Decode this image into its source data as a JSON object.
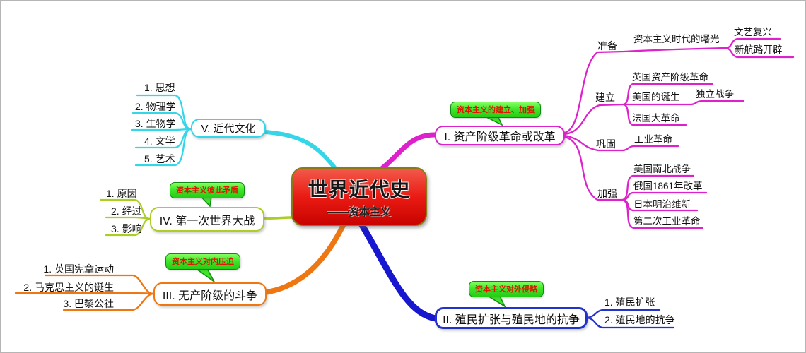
{
  "center": {
    "title": "世界近代史",
    "subtitle": "——资本主义"
  },
  "colors": {
    "branch_revolution": "#dd22cc",
    "branch_colonial": "#2233cc",
    "branch_proletariat": "#ee7711",
    "branch_ww1": "#aace22",
    "branch_culture": "#35d6e8",
    "badge_green": "#3fe62a",
    "badge_text": "#e01400",
    "center_red": "#ea1b14"
  },
  "branches": [
    {
      "id": "I",
      "label": "I. 资产阶级革命或改革",
      "badge": "资本主义的建立、加强",
      "subs": [
        {
          "label": "准备",
          "items": [
            {
              "label": "资本主义时代的曙光",
              "children": [
                {
                  "label": "文艺复兴"
                },
                {
                  "label": "新航路开辟"
                }
              ]
            }
          ]
        },
        {
          "label": "建立",
          "items": [
            {
              "label": "英国资产阶级革命"
            },
            {
              "label": "美国的诞生",
              "children": [
                {
                  "label": "独立战争"
                }
              ]
            },
            {
              "label": "法国大革命"
            }
          ]
        },
        {
          "label": "巩固",
          "items": [
            {
              "label": "工业革命"
            }
          ]
        },
        {
          "label": "加强",
          "items": [
            {
              "label": "美国南北战争"
            },
            {
              "label": "俄国1861年改革"
            },
            {
              "label": "日本明治维新"
            },
            {
              "label": "第二次工业革命"
            }
          ]
        }
      ]
    },
    {
      "id": "II",
      "label": "II. 殖民扩张与殖民地的抗争",
      "badge": "资本主义对外侵略",
      "subs": [
        {
          "label": "1. 殖民扩张"
        },
        {
          "label": "2. 殖民地的抗争"
        }
      ]
    },
    {
      "id": "III",
      "label": "III. 无产阶级的斗争",
      "badge": "资本主义对内压迫",
      "subs": [
        {
          "label": "1. 英国宪章运动"
        },
        {
          "label": "2. 马克思主义的诞生"
        },
        {
          "label": "3. 巴黎公社"
        }
      ]
    },
    {
      "id": "IV",
      "label": "IV. 第一次世界大战",
      "badge": "资本主义彼此矛盾",
      "subs": [
        {
          "label": "1. 原因"
        },
        {
          "label": "2. 经过"
        },
        {
          "label": "3. 影响"
        }
      ]
    },
    {
      "id": "V",
      "label": "V. 近代文化",
      "subs": [
        {
          "label": "1. 思想"
        },
        {
          "label": "2. 物理学"
        },
        {
          "label": "3. 生物学"
        },
        {
          "label": "4. 文学"
        },
        {
          "label": "5. 艺术"
        }
      ]
    }
  ]
}
